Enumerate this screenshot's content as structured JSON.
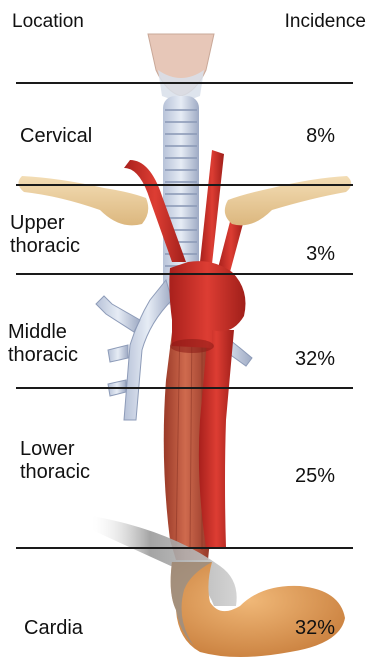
{
  "header": {
    "location_label": "Location",
    "incidence_label": "Incidence"
  },
  "regions": [
    {
      "name": "Cervical",
      "incidence": "8%"
    },
    {
      "name": "Upper\nthoracic",
      "incidence": "3%"
    },
    {
      "name": "Middle\nthoracic",
      "incidence": "32%"
    },
    {
      "name": "Lower\nthoracic",
      "incidence": "25%"
    },
    {
      "name": "Cardia",
      "incidence": "32%"
    }
  ],
  "colors": {
    "artery_red": "#c9302c",
    "esophagus_muscle": "#b8543a",
    "trachea_blue": "#a9b6cf",
    "clavicle_tan": "#e8c895",
    "stomach_orange": "#d9964f",
    "divider_line": "#1a1a1a"
  }
}
